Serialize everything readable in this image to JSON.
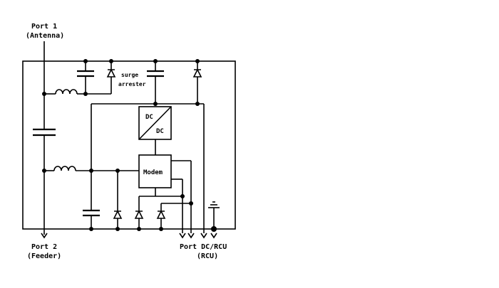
{
  "labels": {
    "port1_line1": "Port 1",
    "port1_line2": "(Antenna)",
    "port2_line1": "Port 2",
    "port2_line2": "(Feeder)",
    "portdc_line1": "Port DC/RCU",
    "portdc_line2": "(RCU)",
    "surge_line1": "surge",
    "surge_line2": "arrester",
    "dcdc_top": "DC",
    "dcdc_bottom": "DC",
    "modem": "Modem"
  },
  "colors": {
    "line": "#000000",
    "background": "#ffffff"
  }
}
